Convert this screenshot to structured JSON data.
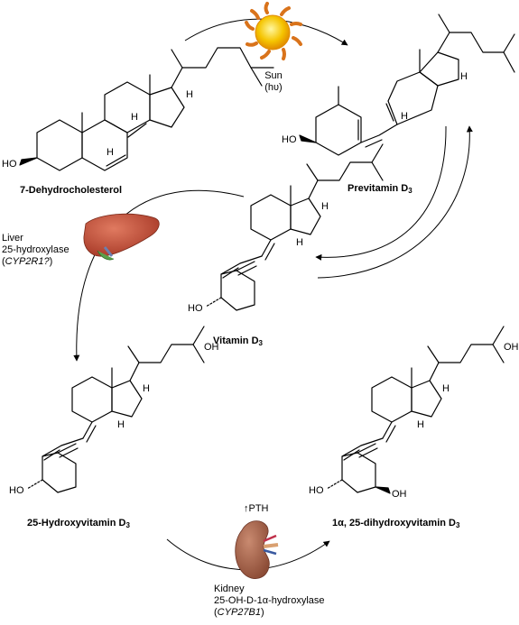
{
  "compounds": {
    "c1": {
      "name": "7-Dehydrocholesterol"
    },
    "c2": {
      "name": "Previtamin D",
      "sub": "3"
    },
    "c3": {
      "name": "Vitamin D",
      "sub": "3"
    },
    "c4": {
      "name": "25-Hydroxyvitamin D",
      "sub": "3"
    },
    "c5": {
      "name": "1α, 25-dihydroxyvitamin D",
      "sub": "3"
    }
  },
  "atoms": {
    "ho": "HO",
    "oh": "OH",
    "h": "H"
  },
  "sun": {
    "line1": "Sun",
    "line2": "(hυ)"
  },
  "liver": {
    "line1": "Liver",
    "line2": "25-hydroxylase",
    "gene_open": "(",
    "gene": "CYP2R1?",
    "gene_close": ")"
  },
  "kidney": {
    "line1": "Kidney",
    "line2": "25-OH-D-1α-hydroxylase",
    "gene_open": "(",
    "gene": "CYP27B1",
    "gene_close": ")"
  },
  "pth": {
    "label": "↑PTH"
  },
  "colors": {
    "liver": "#b84a35",
    "gallbladder": "#5aa04a",
    "kidney": "#a9664f",
    "sun_core": "#f5b400",
    "sun_rays": "#d9731b"
  }
}
